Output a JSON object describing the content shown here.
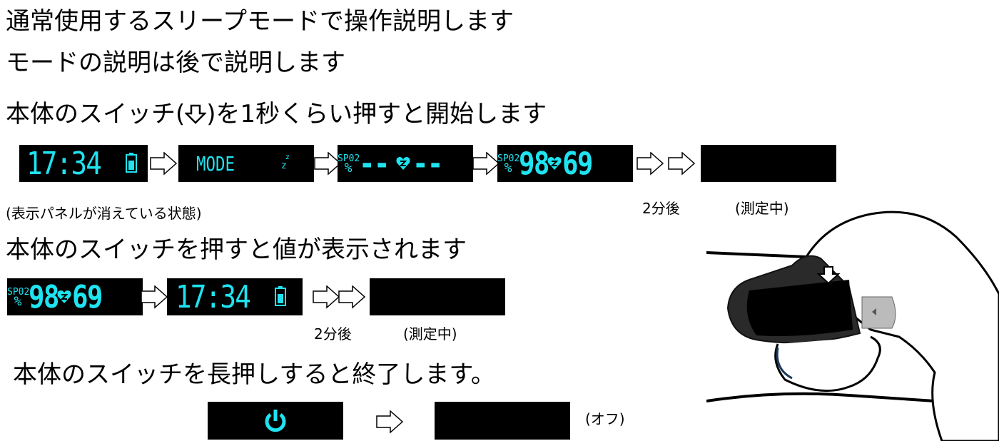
{
  "lines": {
    "l1": "通常使用するスリープモードで操作説明します",
    "l2": "モードの説明は後で説明します",
    "l3a": "本体のスイッチ(",
    "l3b": ")を1秒くらい押すと開始します",
    "l4": "本体のスイッチを押すと値が表示されます",
    "l5": "本体のスイッチを長押しすると終了します。"
  },
  "row1": {
    "clock": "17:34",
    "mode": "MODE",
    "spo2_label": "SP02",
    "percent": "%",
    "dashes_left": "--",
    "dashes_right": "--",
    "spo2_value": "98",
    "pulse_value": "69",
    "caption_panel_off": "(表示パネルが消えている状態)",
    "caption_after": "2分後",
    "caption_measuring": "(測定中)"
  },
  "row2": {
    "spo2_label": "SP02",
    "percent": "%",
    "spo2_value": "98",
    "pulse_value": "69",
    "clock": "17:34",
    "caption_after": "2分後",
    "caption_measuring": "(測定中)"
  },
  "row3": {
    "caption_off": "(オフ)"
  },
  "colors": {
    "display": "#1fe3f0",
    "panel": "#000000"
  }
}
